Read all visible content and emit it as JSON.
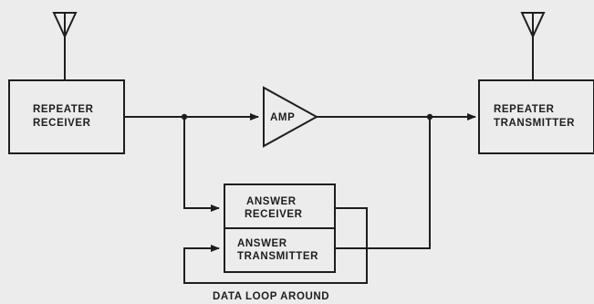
{
  "blocks": {
    "repeater_receiver": [
      "REPEATER",
      "RECEIVER"
    ],
    "amp": "AMP",
    "repeater_transmitter": [
      "REPEATER",
      "TRANSMITTER"
    ],
    "answer_receiver": [
      "ANSWER",
      "RECEIVER"
    ],
    "answer_transmitter": [
      "ANSWER",
      "TRANSMITTER"
    ]
  },
  "loop_label": "DATA LOOP AROUND",
  "colors": {
    "ink": "#1e1e1e",
    "paper": "#ececec"
  }
}
